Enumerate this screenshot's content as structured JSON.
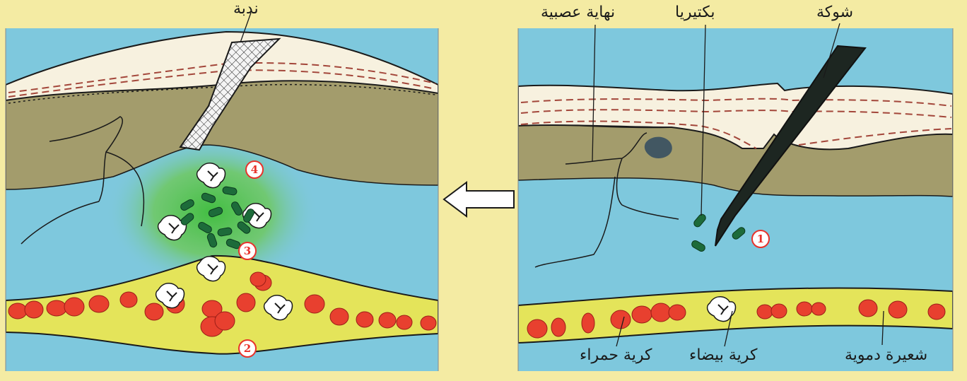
{
  "labels": {
    "scar": "ندبة",
    "nerve_ending": "نهاية عصبية",
    "bacteria": "بكتيريا",
    "thorn": "شوكة",
    "red_cell": "كرية حمراء",
    "white_cell": "كرية بيضاء",
    "capillary": "شعيرة دموية"
  },
  "steps": [
    "1",
    "2",
    "3",
    "4"
  ],
  "colors": {
    "paper": "#f4eba3",
    "epidermis": "#f7f1df",
    "dermis": "#a39c6c",
    "tissue": "#7ec8dd",
    "blood_vessel": "#e4e45a",
    "red_cell": "#e8402f",
    "bacteria": "#1d6b3a",
    "inflammation": "#4fc24a"
  }
}
